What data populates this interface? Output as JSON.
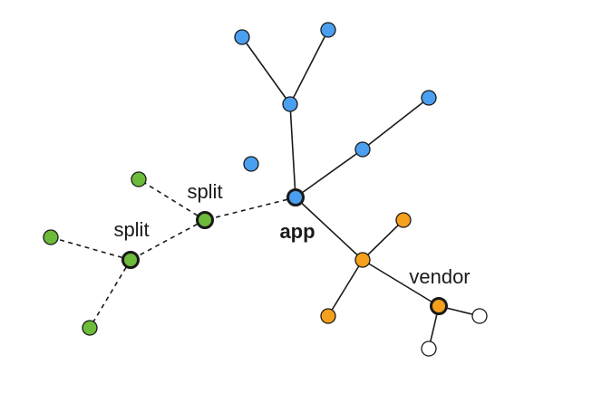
{
  "colors": {
    "app": "#4a9ff0",
    "vendor": "#f5a01c",
    "split": "#6dbb3a",
    "external": "#ffffff",
    "stroke": "#1a1a1a"
  },
  "labels": {
    "app": "app",
    "vendor": "vendor",
    "split_upper": "split",
    "split_lower": "split"
  },
  "nodes": [
    {
      "id": "app",
      "group": "app",
      "major": true,
      "name": "node-app-root"
    },
    {
      "id": "b_mid",
      "group": "app",
      "major": false,
      "name": "node-app-hub-top"
    },
    {
      "id": "b_top_l",
      "group": "app",
      "major": false,
      "name": "node-app-leaf"
    },
    {
      "id": "b_top_r",
      "group": "app",
      "major": false,
      "name": "node-app-leaf"
    },
    {
      "id": "b_right",
      "group": "app",
      "major": false,
      "name": "node-app-hub-right"
    },
    {
      "id": "b_far_r",
      "group": "app",
      "major": false,
      "name": "node-app-leaf"
    },
    {
      "id": "b_left",
      "group": "app",
      "major": false,
      "name": "node-app-leaf"
    },
    {
      "id": "o_hub",
      "group": "vendor",
      "major": false,
      "name": "node-vendor-hub"
    },
    {
      "id": "o_up",
      "group": "vendor",
      "major": false,
      "name": "node-vendor-leaf"
    },
    {
      "id": "o_down",
      "group": "vendor",
      "major": false,
      "name": "node-vendor-leaf"
    },
    {
      "id": "vendor",
      "group": "vendor",
      "major": true,
      "name": "node-vendor-root"
    },
    {
      "id": "w_right",
      "group": "external",
      "major": false,
      "name": "node-external"
    },
    {
      "id": "w_bottom",
      "group": "external",
      "major": false,
      "name": "node-external"
    },
    {
      "id": "split1",
      "group": "split",
      "major": true,
      "name": "node-split-root"
    },
    {
      "id": "g_up",
      "group": "split",
      "major": false,
      "name": "node-split-leaf"
    },
    {
      "id": "split2",
      "group": "split",
      "major": true,
      "name": "node-split-root"
    },
    {
      "id": "g_left",
      "group": "split",
      "major": false,
      "name": "node-split-leaf"
    },
    {
      "id": "g_bottom",
      "group": "split",
      "major": false,
      "name": "node-split-leaf"
    }
  ],
  "edges": [
    {
      "from": "app",
      "to": "b_mid",
      "style": "solid"
    },
    {
      "from": "b_mid",
      "to": "b_top_l",
      "style": "solid"
    },
    {
      "from": "b_mid",
      "to": "b_top_r",
      "style": "solid"
    },
    {
      "from": "app",
      "to": "b_right",
      "style": "solid"
    },
    {
      "from": "b_right",
      "to": "b_far_r",
      "style": "solid"
    },
    {
      "from": "app",
      "to": "o_hub",
      "style": "solid"
    },
    {
      "from": "o_hub",
      "to": "o_up",
      "style": "solid"
    },
    {
      "from": "o_hub",
      "to": "o_down",
      "style": "solid"
    },
    {
      "from": "o_hub",
      "to": "vendor",
      "style": "solid"
    },
    {
      "from": "vendor",
      "to": "w_right",
      "style": "solid"
    },
    {
      "from": "vendor",
      "to": "w_bottom",
      "style": "solid"
    },
    {
      "from": "app",
      "to": "split1",
      "style": "dashed"
    },
    {
      "from": "split1",
      "to": "g_up",
      "style": "dashed"
    },
    {
      "from": "split1",
      "to": "split2",
      "style": "dashed"
    },
    {
      "from": "split2",
      "to": "g_left",
      "style": "dashed"
    },
    {
      "from": "split2",
      "to": "g_bottom",
      "style": "dashed"
    }
  ]
}
